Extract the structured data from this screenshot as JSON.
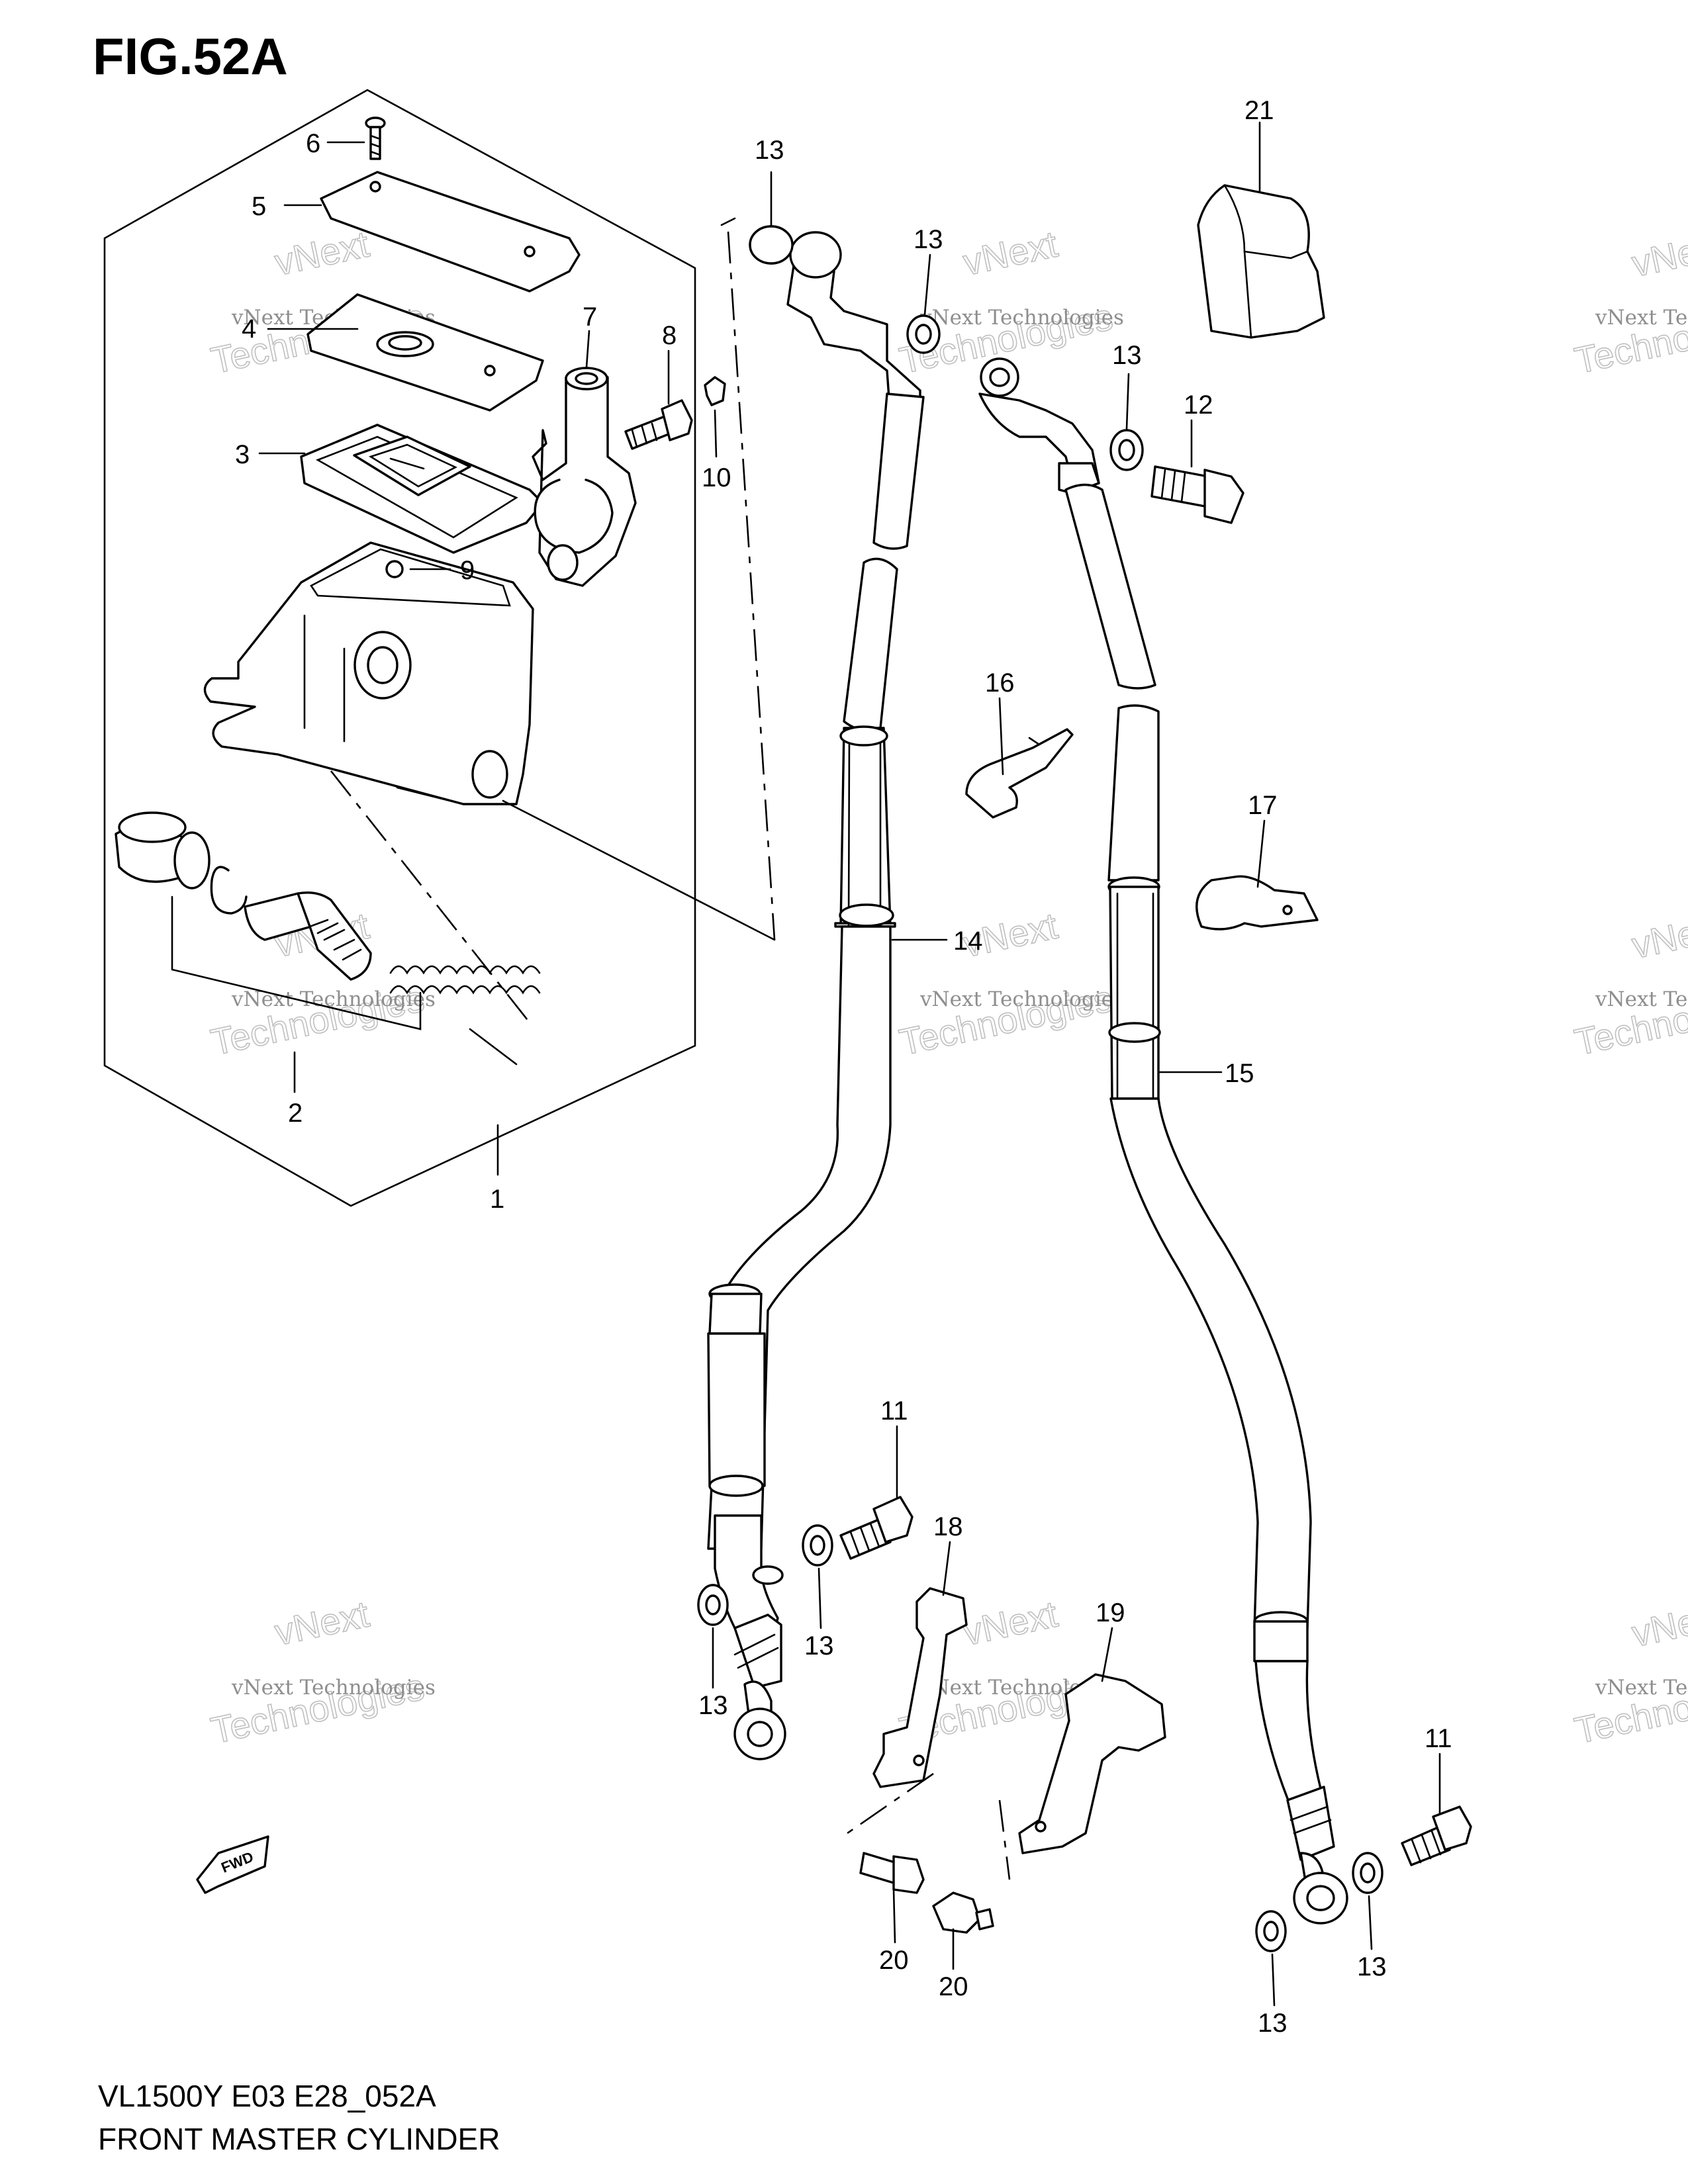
{
  "figure": {
    "title": "FIG.52A",
    "code": "VL1500Y E03 E28_052A",
    "name": "FRONT MASTER CYLINDER"
  },
  "watermark": {
    "line1": "vNext Technologies",
    "line2": "Technologies",
    "line3": "vNext"
  },
  "fwd_label": "FWD",
  "callouts": [
    "6",
    "5",
    "4",
    "7",
    "8",
    "10",
    "3",
    "9",
    "2",
    "1",
    "13",
    "13",
    "13",
    "12",
    "21",
    "16",
    "17",
    "14",
    "15",
    "11",
    "18",
    "13",
    "13",
    "19",
    "20",
    "20",
    "11",
    "13",
    "13"
  ]
}
